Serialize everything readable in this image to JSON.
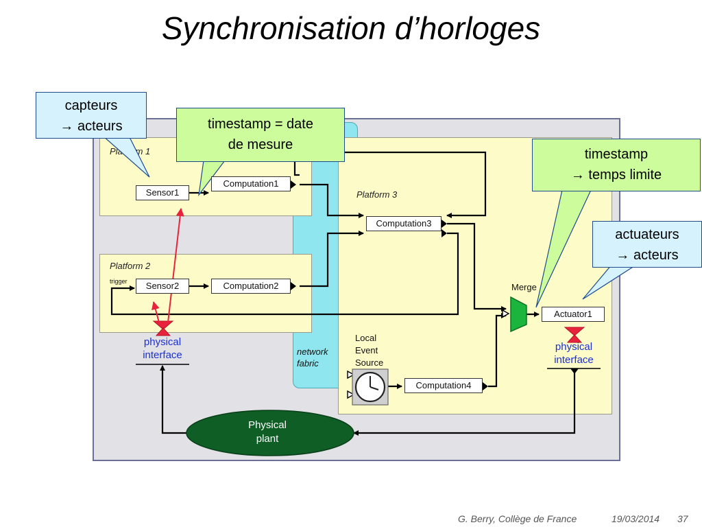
{
  "title": "Synchronisation d’horloges",
  "platforms": {
    "p1": "Platform 1",
    "p2": "Platform 2",
    "p3": "Platform 3"
  },
  "blocks": {
    "sensor1": "Sensor1",
    "sensor2": "Sensor2",
    "computation1": "Computation1",
    "computation2": "Computation2",
    "computation3": "Computation3",
    "computation4": "Computation4",
    "actuator1": "Actuator1",
    "merge": "Merge",
    "trigger": "trigger",
    "local_event_source": [
      "Local",
      "Event",
      "Source"
    ],
    "network_fabric": [
      "network",
      "fabric"
    ],
    "physical_plant": [
      "Physical",
      "plant"
    ]
  },
  "physical_interface": [
    "physical",
    "interface"
  ],
  "callouts": {
    "sensors": [
      "capteurs",
      "→ acteurs"
    ],
    "timestamp_measure": [
      "timestamp = date",
      "de mesure"
    ],
    "timestamp_deadline": [
      "timestamp",
      "→ temps limite"
    ],
    "actuators": [
      "actuateurs",
      "→ acteurs"
    ]
  },
  "footer": {
    "author": "G. Berry, Collège de France",
    "date": "19/03/2014",
    "page": "37"
  },
  "colors": {
    "platform_bg": "#fdfbc8",
    "fabric_bg": "#8fe6ee",
    "frame_bg": "#e2e2e6",
    "merge": "#1bb43c",
    "plant": "#0e5e26",
    "physical_text": "#1a2fd8",
    "red_link": "#e8233c",
    "callout_blue": "#d6f2fc",
    "callout_green": "#ccfc9c"
  }
}
